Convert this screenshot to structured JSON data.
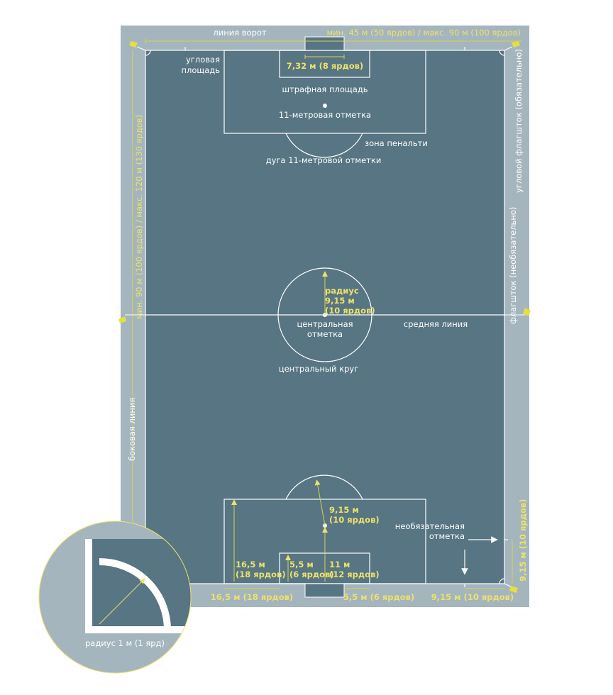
{
  "labels": {
    "goal_line": "линия ворот",
    "width_range": "мин. 45 м (50 ярдов) / макс. 90 м (100 ярдов)",
    "length_range": "мин. 90 м (100 ярдов) / макс. 120 м (130 ярдов)",
    "corner_area_1": "угловая",
    "corner_area_2": "площадь",
    "goal_width": "7,32 м (8 ярдов)",
    "penalty_area": "штрафная площадь",
    "penalty_mark": "11-метровая отметка",
    "penalty_zone": "зона пенальти",
    "penalty_arc": "дуга 11-метровой отметки",
    "corner_flag_required": "угловой флагшток (обязательно)",
    "flag_optional": "флагшток (необязательно)",
    "radius_1": "радиус",
    "radius_2": "9,15 м",
    "radius_3": "(10 ярдов)",
    "center_mark_1": "центральная",
    "center_mark_2": "отметка",
    "halfway_line": "средняя линия",
    "center_circle": "центральный круг",
    "touchline": "боковая линия",
    "arc_dist_1": "9,15 м",
    "arc_dist_2": "(10 ярдов)",
    "optional_mark_1": "необязательная",
    "optional_mark_2": "отметка",
    "pa_depth_1": "16,5 м",
    "pa_depth_2": "(18 ярдов)",
    "ga_depth_1": "5,5 м",
    "ga_depth_2": "(6 ярдов)",
    "pm_dist_1": "11 м",
    "pm_dist_2": "(12 ярдов)",
    "pa_side": "16,5 м (18 ярдов)",
    "ga_side": "5,5 м (6 ярдов)",
    "corner_dist_h": "9,15 м (10 ярдов)",
    "corner_dist_v": "9,15 м (10 ярдов)",
    "corner_radius": "радиус 1 м (1 ярд)"
  },
  "colors": {
    "surround": "#a4b5be",
    "field": "#577583",
    "line": "#ffffff",
    "accent": "#ede26a"
  }
}
